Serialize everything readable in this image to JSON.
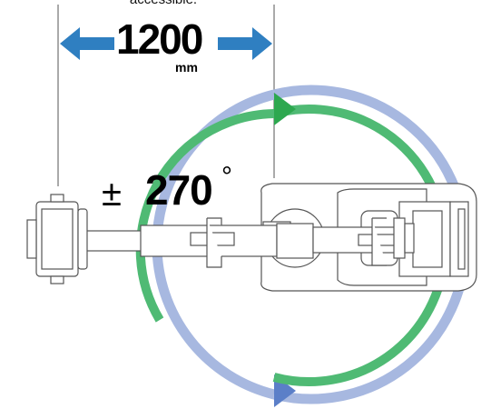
{
  "top_caption": "accessible.",
  "reach": {
    "value": "1200",
    "unit": "mm"
  },
  "rotation": {
    "sign": "±",
    "value": "270",
    "degree": "°"
  },
  "colors": {
    "arrow_blue": "#2f7fc1",
    "arc_light_blue": "#a7b8e0",
    "arc_green": "#4fba74",
    "line": "#555555"
  }
}
